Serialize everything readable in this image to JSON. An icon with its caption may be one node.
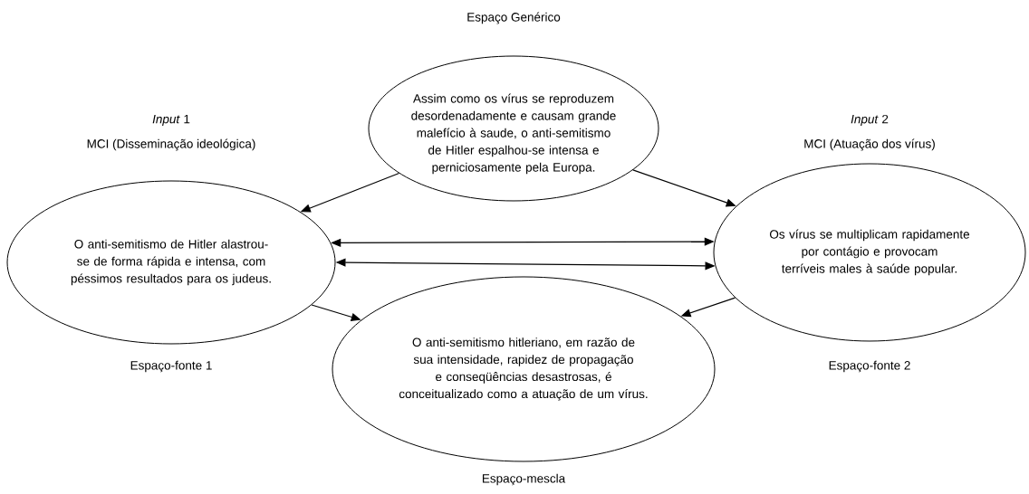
{
  "diagram": {
    "nodes": [
      {
        "text": [
          "Espaço Genérico",
          "Assim como os vírus se reproduzem desordenadamente e causam grande malefício à saude, o anti-semitismo de Hitler espalhou-se intensa e perniciosamente pela Europa."
        ]
      },
      {
        "text": [
          "*Input* 1",
          "MCI (Disseminação ideológica)",
          "O anti-semitismo de Hitler alastrou-se de forma rápida e intensa, com péssimos resultados para os judeus."
        ],
        "beside": [
          "Espaço-fonte 1"
        ]
      },
      {
        "text": [
          "*Input* 2",
          "MCI (Atuação dos vírus)",
          "Os vírus se multiplicam rapidamente por contágio e provocam terríveis males à saúde popular."
        ],
        "beside": [
          "Espaço-fonte 2"
        ]
      },
      {
        "text": [
          "O anti-semitismo hitleriano, em razão de sua intensidade, rapidez de propagação e conseqüências desastrosas, é conceitualizado como a atuação de um vírus."
        ],
        "beside": [
          "Espaço-mescla"
        ]
      }
    ],
    "edges": [
      {
        "from": 0,
        "to": 1,
        "arrow": "to"
      },
      {
        "from": 0,
        "to": 2,
        "arrow": "to"
      },
      {
        "from": 1,
        "to": 2,
        "arrow": "both"
      },
      {
        "from": 1,
        "to": 2,
        "arrow": "both"
      },
      {
        "from": 1,
        "to": 3,
        "arrow": "to"
      },
      {
        "from": 2,
        "to": 3,
        "arrow": "to"
      }
    ]
  }
}
